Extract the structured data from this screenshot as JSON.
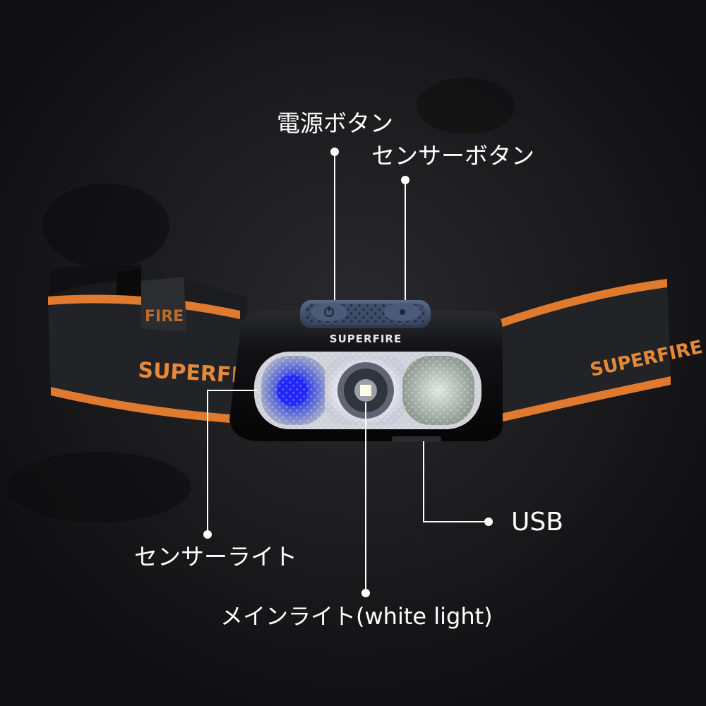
{
  "brand": "SUPERFIRE",
  "callouts": {
    "power_button": "電源ボタン",
    "sensor_button": "センサーボタン",
    "usb": "USB",
    "sensor_light": "センサーライト",
    "main_light": "メインライト(white light)"
  },
  "colors": {
    "background": "#141416",
    "strap": "#1e1f21",
    "strap_stripe": "#e07a2e",
    "brand_text": "#e58838",
    "housing": "#0c0c0d",
    "button_panel": "#3a4a66",
    "sensor_light": "#2233ee",
    "main_light": "#f4f6ff",
    "callout": "#ffffff"
  }
}
